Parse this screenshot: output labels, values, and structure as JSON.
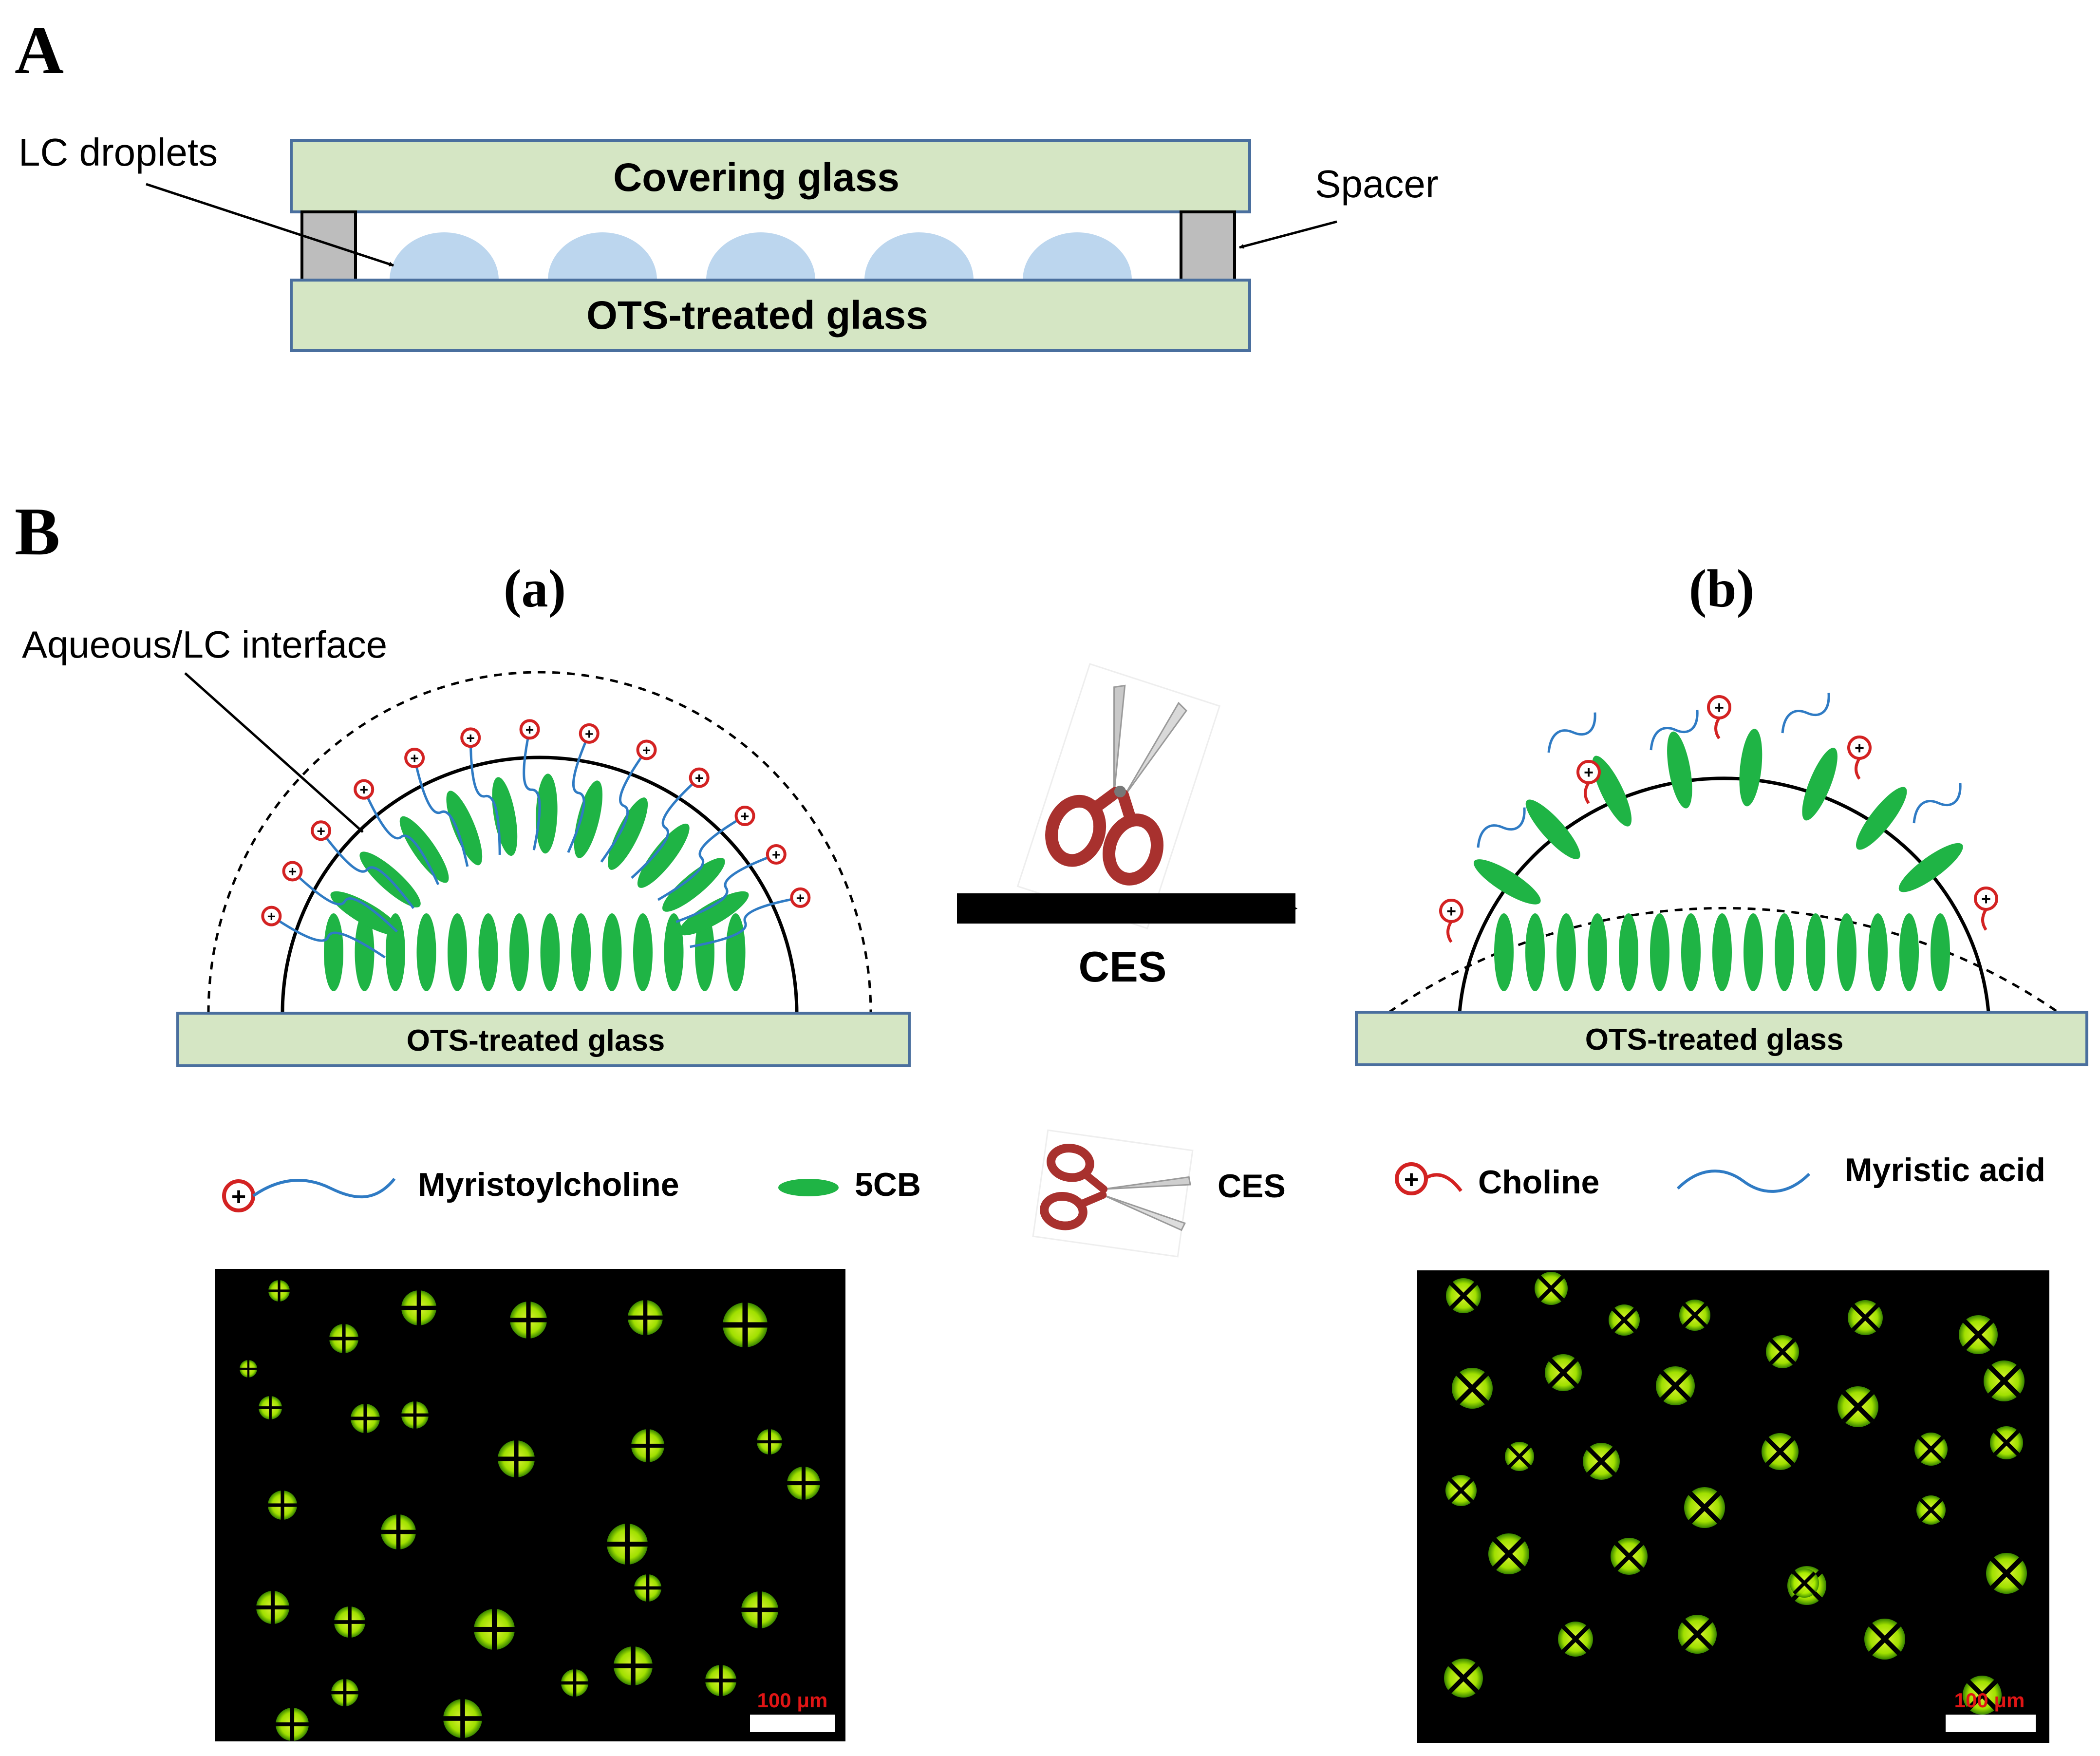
{
  "panelA": {
    "letter": "A",
    "covering_glass": "Covering glass",
    "ots_glass": "OTS-treated glass",
    "lc_droplets_label": "LC droplets",
    "spacer_label": "Spacer"
  },
  "panelB": {
    "letter": "B",
    "sub_a": "(a)",
    "sub_b": "(b)",
    "interface_label": "Aqueous/LC interface",
    "glass_a": "OTS-treated glass",
    "glass_b": "OTS-treated glass",
    "arrow_label": "CES"
  },
  "legend": {
    "myristoylcholine": "Myristoylcholine",
    "fivecb": "5CB",
    "ces": "CES",
    "choline": "Choline",
    "myristic_acid": "Myristic acid"
  },
  "micrographs": {
    "left_scale": "100 μm",
    "right_scale": "100 μm"
  },
  "colors": {
    "glass_fill": "#d5e6c4",
    "glass_stroke": "#4a6f9e",
    "droplet": "#bcd6ee",
    "lc_green": "#1fb445",
    "chain_blue": "#2f7bc4",
    "choline_red": "#d32222",
    "scale_text": "#e01515",
    "micrograph_bg": "#000000",
    "cross_green": "#b6f000"
  }
}
